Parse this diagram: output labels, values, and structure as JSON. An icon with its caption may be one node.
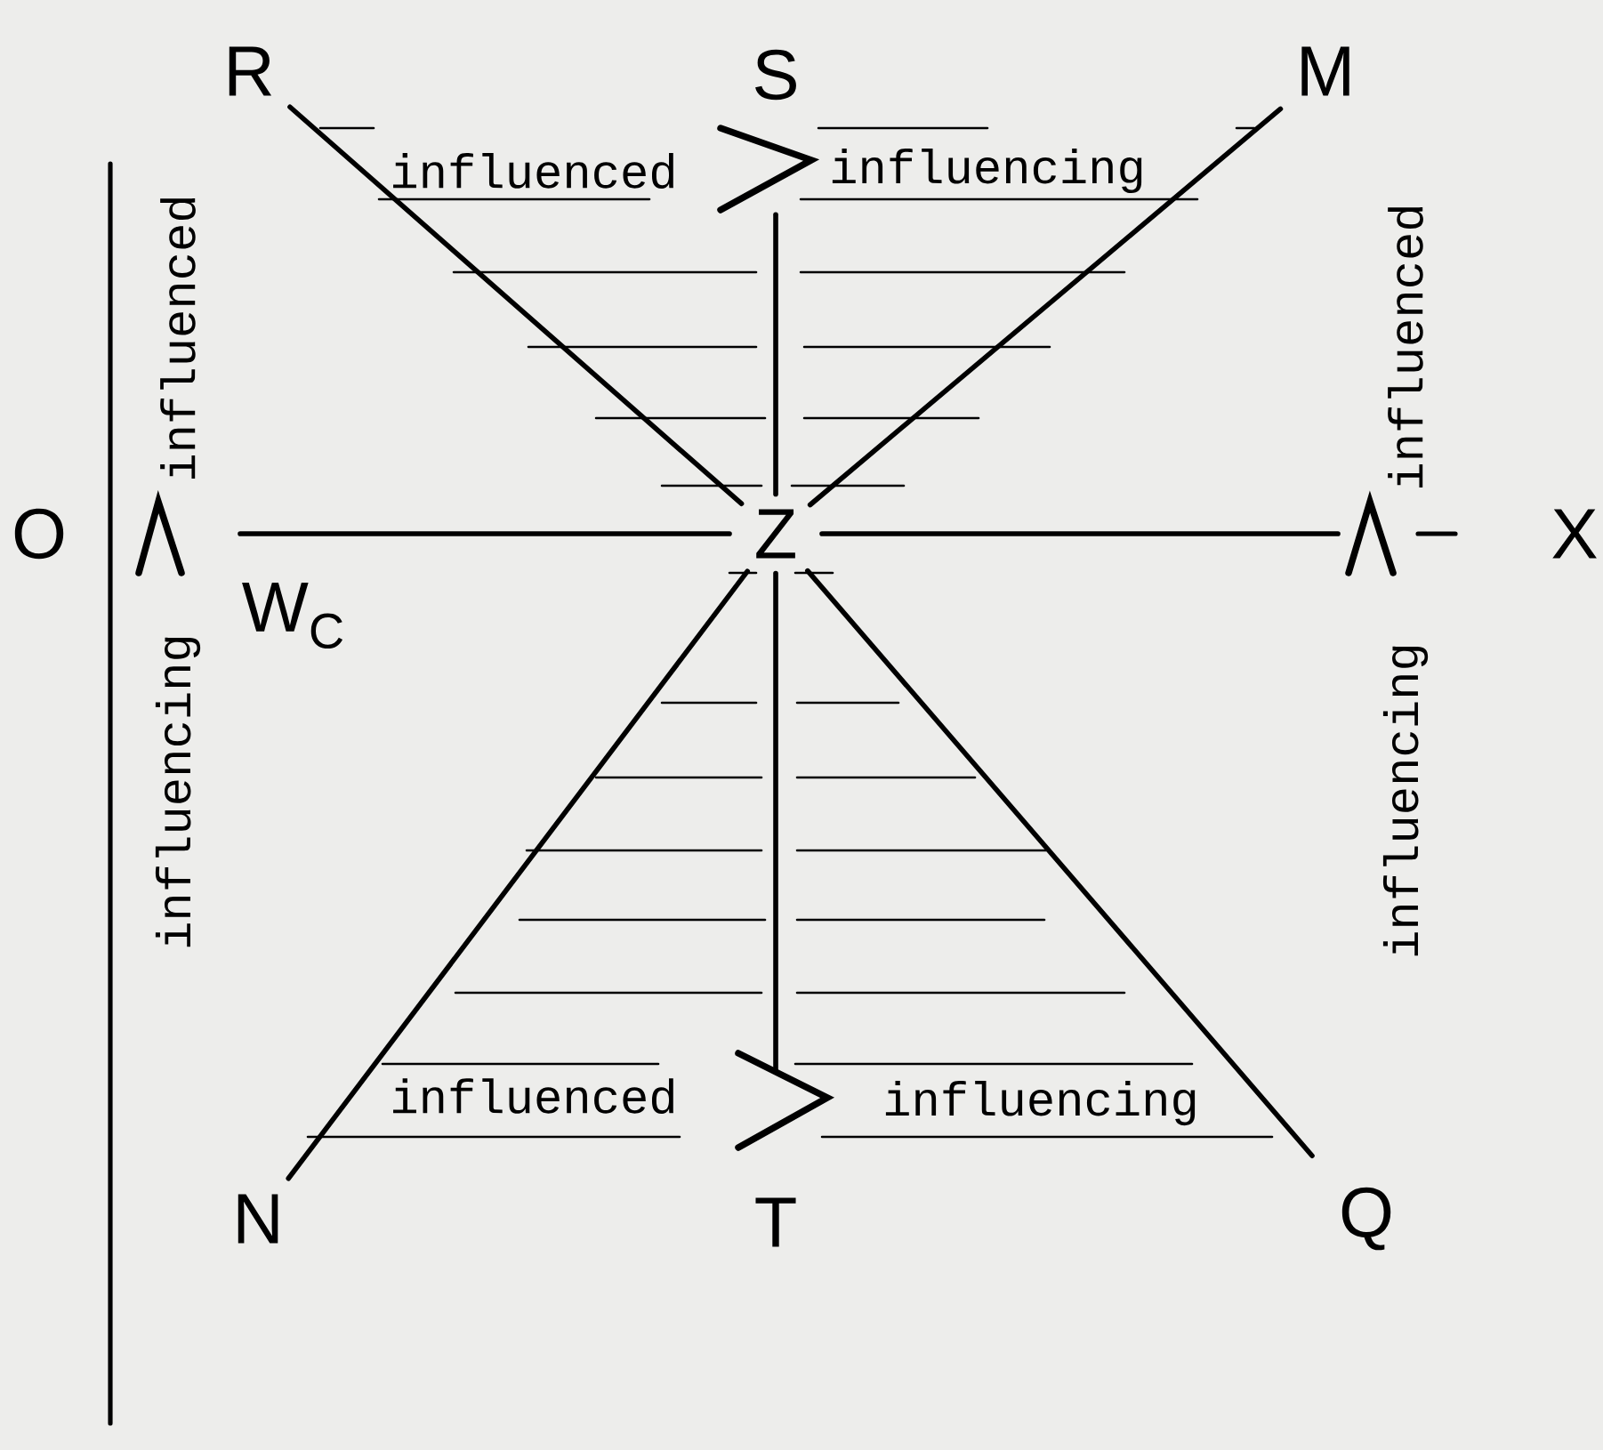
{
  "diagram": {
    "nodes": [
      {
        "text": [
          "R"
        ]
      },
      {
        "text": [
          "S"
        ]
      },
      {
        "text": [
          "M"
        ]
      },
      {
        "text": [
          "O"
        ]
      },
      {
        "text": [
          "Z"
        ]
      },
      {
        "text": [
          "X"
        ]
      },
      {
        "text": [
          "N"
        ]
      },
      {
        "text": [
          "T"
        ]
      },
      {
        "text": [
          "Q"
        ]
      }
    ],
    "edges": [
      {
        "from": 0,
        "to": 4,
        "arrow": "none"
      },
      {
        "from": 1,
        "to": 4,
        "arrow": "none"
      },
      {
        "from": 2,
        "to": 4,
        "arrow": "none"
      },
      {
        "from": 6,
        "to": 4,
        "arrow": "none"
      },
      {
        "from": 7,
        "to": 4,
        "arrow": "none"
      },
      {
        "from": 8,
        "to": 4,
        "arrow": "none"
      }
    ],
    "labels": [
      "influenced",
      "influencing",
      "influenced",
      "influenced",
      "W$_{C}$",
      "influencing",
      "influencing",
      "influenced",
      "influencing"
    ]
  }
}
